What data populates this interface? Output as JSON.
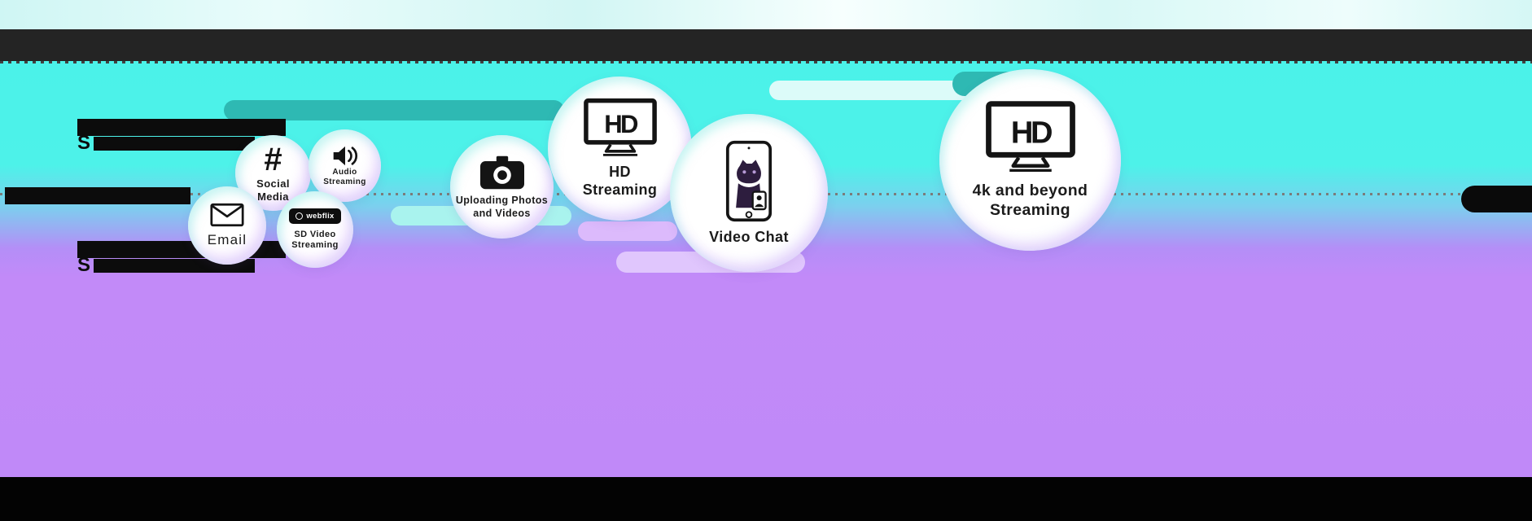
{
  "colors": {
    "teal_background": "#4bf2e9",
    "purple_background": "#c28af8",
    "top_bar": "#242424",
    "bottom_bar": "#030303",
    "pill_teal_dark": "#2eb9b3",
    "pill_teal_light": "#a9f3ee",
    "pill_lavender": "#dcbafc",
    "pill_pale_cyan": "#dcfbf9"
  },
  "redacted_text": {
    "top_block_prefix": "S",
    "bottom_block_prefix": "S"
  },
  "bubbles": [
    {
      "id": "email",
      "icon": "envelope-icon",
      "label": "Email"
    },
    {
      "id": "social-media",
      "icon": "hashtag-icon",
      "glyph": "#",
      "label": "Social\nMedia"
    },
    {
      "id": "audio-streaming",
      "icon": "speaker-icon",
      "label": "Audio\nStreaming"
    },
    {
      "id": "sd-video-streaming",
      "icon": "webflix-badge",
      "badge_text": "webflix",
      "label": "SD Video\nStreaming"
    },
    {
      "id": "uploading-photos-videos",
      "icon": "camera-icon",
      "label": "Uploading Photos\nand Videos"
    },
    {
      "id": "hd-streaming",
      "icon": "tv-hd-icon",
      "tv_text": "HD",
      "label": "HD\nStreaming"
    },
    {
      "id": "video-chat",
      "icon": "phone-video-call-icon",
      "label": "Video Chat"
    },
    {
      "id": "4k-streaming",
      "icon": "tv-hd-icon",
      "tv_text": "HD",
      "label": "4k and beyond\nStreaming"
    }
  ]
}
